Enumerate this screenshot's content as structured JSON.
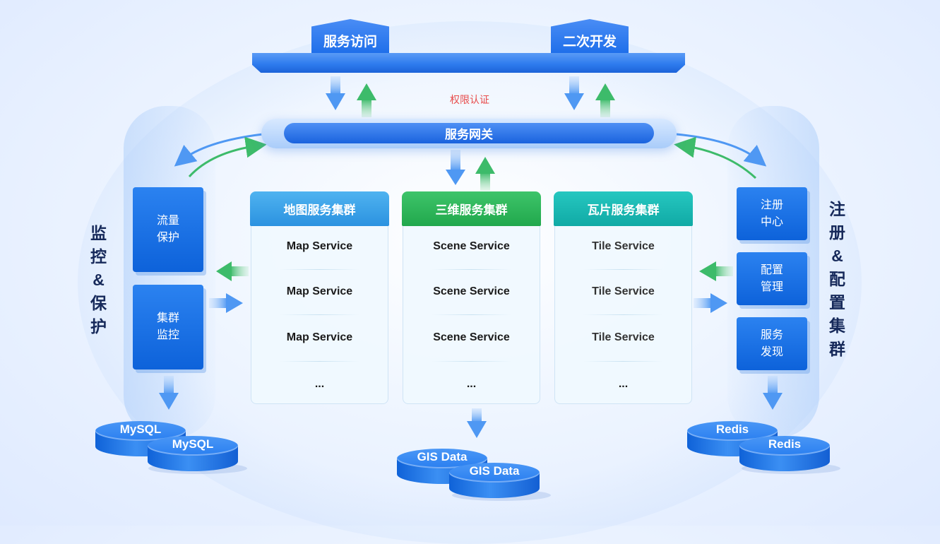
{
  "top": {
    "service_access": "服务访问",
    "secondary_dev": "二次开发",
    "auth": "权限认证"
  },
  "gateway": {
    "label": "服务网关"
  },
  "clusters": [
    {
      "title": "地图服务集群",
      "items": [
        "Map Service",
        "Map Service",
        "Map Service",
        "..."
      ],
      "color": "#2b92e0"
    },
    {
      "title": "三维服务集群",
      "items": [
        "Scene Service",
        "Scene Service",
        "Scene Service",
        "..."
      ],
      "color": "#21a84c"
    },
    {
      "title": "瓦片服务集群",
      "items": [
        "Tile Service",
        "Tile Service",
        "Tile Service",
        "..."
      ],
      "color": "#10aaa5"
    }
  ],
  "left": {
    "title_chars": [
      "监",
      "控",
      "&",
      "保",
      "护"
    ],
    "boxes": [
      [
        "流量",
        "保护"
      ],
      [
        "集群",
        "监控"
      ]
    ],
    "databases": [
      "MySQL",
      "MySQL"
    ]
  },
  "right": {
    "title_chars": [
      "注",
      "册",
      "&",
      "配",
      "置",
      "集",
      "群"
    ],
    "boxes": [
      [
        "注册",
        "中心"
      ],
      [
        "配置",
        "管理"
      ],
      [
        "服务",
        "发现"
      ]
    ],
    "databases": [
      "Redis",
      "Redis"
    ]
  },
  "center_databases": [
    "GIS Data",
    "GIS Data"
  ],
  "colors": {
    "primary_blue": "#1a6ee8",
    "arrow_green": "#3dbb6a",
    "auth_red": "#e84b4b"
  }
}
